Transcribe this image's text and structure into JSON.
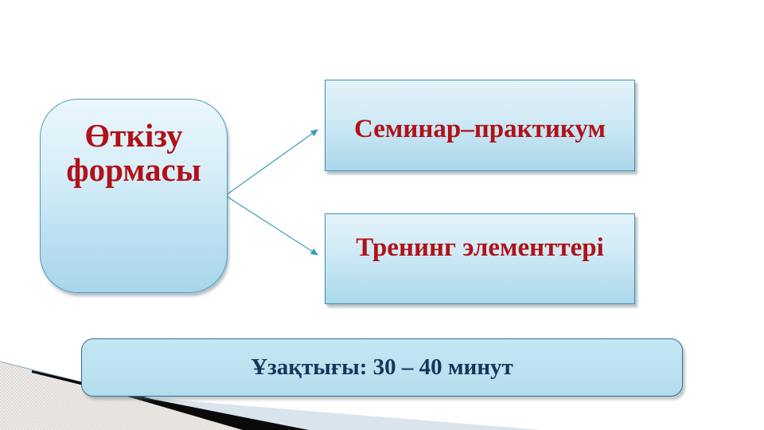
{
  "slide": {
    "form_shape": {
      "label": "Өткізу формасы",
      "text_color": "#b01218"
    },
    "options": [
      {
        "label": "Семинар–практикум",
        "text_color": "#b01218"
      },
      {
        "label": "Тренинг элементтері",
        "text_color": "#b01218"
      }
    ],
    "duration": {
      "label": "Ұзақтығы: 30 – 40 минут",
      "text_color": "#16365c"
    },
    "colors": {
      "shape_fill_top": "#eaf6fb",
      "shape_fill_bottom": "#a8d6eb",
      "shape_border_teal": "#3f8fae",
      "duration_border": "#2e6f94",
      "connector_arrow": "#3a9cbd",
      "corner_blade_black": "#0a0a0a",
      "corner_blade_pale_blue": "#d9e4ec",
      "corner_texture_base": "#eeebe7",
      "corner_texture_edge": "#7fa6c0"
    }
  }
}
